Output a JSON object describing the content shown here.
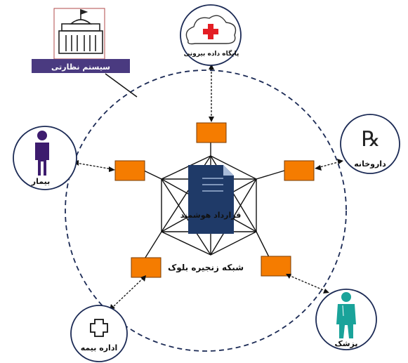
{
  "nodes": {
    "external_db": {
      "label": "پایگاه داده بیرونی",
      "icon": "cloud-medical-cross-icon"
    },
    "pharmacy": {
      "label": "داروخانه",
      "icon": "rx-icon"
    },
    "doctor": {
      "label": "پزشک",
      "icon": "doctor-icon"
    },
    "insurance": {
      "label": "اداره بیمه",
      "icon": "medical-cross-outline-icon"
    },
    "patient": {
      "label": "بیمار",
      "icon": "person-icon"
    },
    "supervisor": {
      "label": "سیستم نظارتی",
      "icon": "government-building-icon"
    }
  },
  "center": {
    "contract_label": "قرارداد هوشمند",
    "network_label": "شبکه زنجیره بلوک"
  },
  "colors": {
    "block_orange": "#f57c00",
    "document_navy": "#1f3a68",
    "patient_purple": "#3d1c6e",
    "doctor_teal": "#1aa39a",
    "cross_red": "#e31e24",
    "banner_purple": "#4a3a80"
  }
}
